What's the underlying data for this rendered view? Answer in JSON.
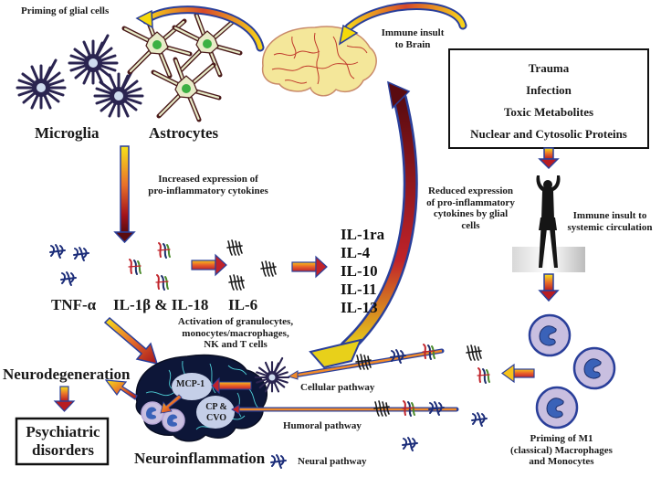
{
  "title": "Neuroinflammation pathways diagram",
  "labels": {
    "priming_glial": "Priming of glial cells",
    "microglia": "Microglia",
    "astrocytes": "Astrocytes",
    "immune_insult_brain_1": "Immune insult",
    "immune_insult_brain_2": "to Brain",
    "increased_expr_1": "Increased expression of",
    "increased_expr_2": "pro-inflammatory cytokines",
    "reduced_expr_1": "Reduced expression",
    "reduced_expr_2": "of pro-inflammatory",
    "reduced_expr_3": "cytokines by glial",
    "reduced_expr_4": "cells",
    "immune_insult_systemic_1": "Immune insult to",
    "immune_insult_systemic_2": "systemic circulation",
    "tnf": "TNF-α",
    "il1b_il18": "IL-1β & IL-18",
    "il6": "IL-6",
    "activation_1": "Activation of granulocytes,",
    "activation_2": "monocytes/macrophages,",
    "activation_3": "NK and T cells",
    "neurodegeneration": "Neurodegeneration",
    "psychiatric_1": "Psychiatric",
    "psychiatric_2": "disorders",
    "neuroinflammation": "Neuroinflammation",
    "mcp1": "MCP-1",
    "cp_1": "CP &",
    "cp_2": "CVO",
    "cellular_pathway": "Cellular pathway",
    "humoral_pathway": "Humoral pathway",
    "neural_pathway": "Neural pathway",
    "priming_m1_1": "Priming of M1",
    "priming_m1_2": "(classical) Macrophages",
    "priming_m1_3": "and Monocytes"
  },
  "insults": [
    "Trauma",
    "Infection",
    "Toxic Metabolites",
    "Nuclear and Cytosolic Proteins"
  ],
  "anti_inflammatory": [
    "IL-1ra",
    "IL-4",
    "IL-10",
    "IL-11",
    "IL-13"
  ],
  "colors": {
    "microglia": "#2a2450",
    "astrocyte_body": "#e8ecc8",
    "astrocyte_outline": "#4a1a1a",
    "astrocyte_nucleus": "#3cb043",
    "brain_fill": "#f4e79a",
    "brain_vessels": "#c0392b",
    "neuro_brain": "#0d1638",
    "neuro_brain_lines": "#4fd1d9",
    "macrophage_body": "#c9bfe0",
    "macrophage_border": "#2a3f9a",
    "macrophage_nucleus": "#3a62b8",
    "arrow_outline": "#2a3f9a",
    "arrow_yellow": "#f5d90a",
    "arrow_red": "#c0392b",
    "dark_arrow": "#6b0f14"
  }
}
